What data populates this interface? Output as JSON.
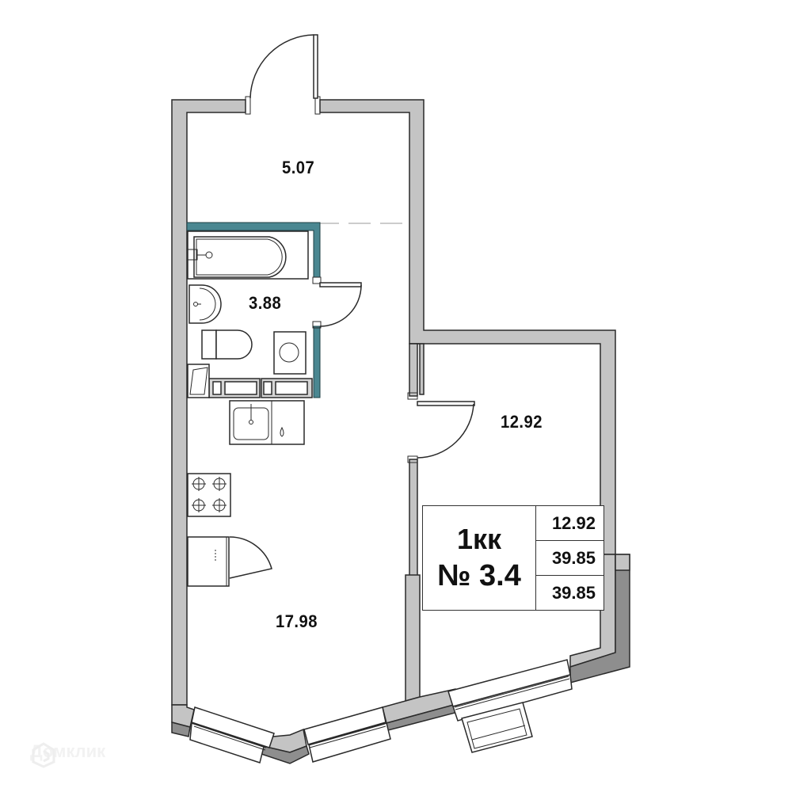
{
  "plan": {
    "rooms": [
      {
        "id": "hallway",
        "area": "5.07"
      },
      {
        "id": "bathroom",
        "area": "3.88"
      },
      {
        "id": "bedroom",
        "area": "12.92"
      },
      {
        "id": "kitchen-living",
        "area": "17.98"
      }
    ],
    "info": {
      "type": "1кк",
      "number": "№ 3.4",
      "living_area": "12.92",
      "total_area": "39.85",
      "total_area_with_balcony": "39.85"
    },
    "colors": {
      "wall": "#c4c4c4",
      "outer_wall": "#8e8e8e",
      "bathroom_wall": "#4a8791"
    }
  },
  "watermark": {
    "text": "Домклик"
  }
}
